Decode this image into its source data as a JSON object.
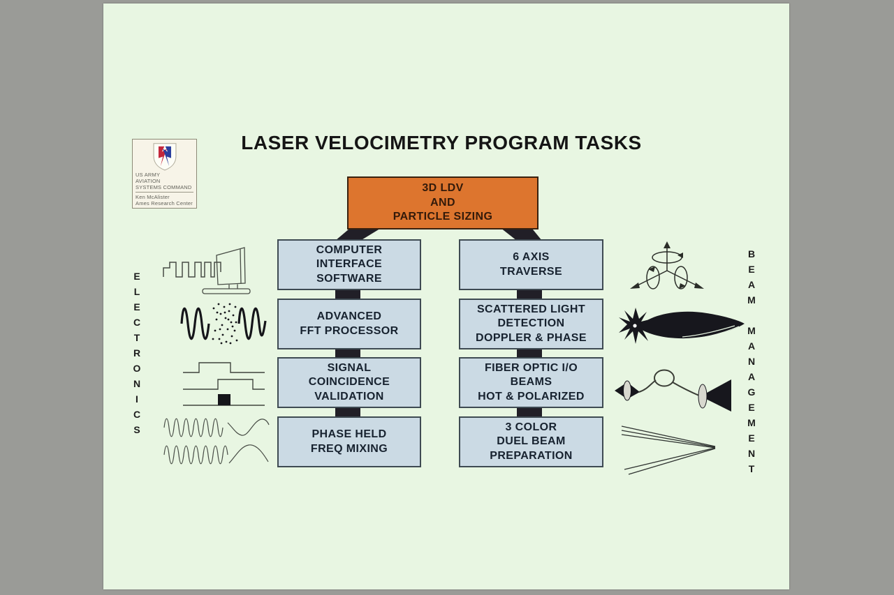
{
  "page": {
    "title": "LASER VELOCIMETRY PROGRAM TASKS"
  },
  "logo": {
    "org_line1": "US ARMY",
    "org_line2": "AVIATION",
    "org_line3": "SYSTEMS COMMAND",
    "person": "Ken McAlister",
    "org_sub": "Ames Research Center",
    "shield_icon": "army-shield-icon"
  },
  "diagram": {
    "root_box": {
      "lines": [
        "3D LDV",
        "AND",
        "PARTICLE SIZING"
      ]
    },
    "left_column": {
      "side_label": "ELECTRONICS",
      "boxes": [
        {
          "lines": [
            "COMPUTER",
            "INTERFACE",
            "SOFTWARE"
          ]
        },
        {
          "lines": [
            "ADVANCED",
            "FFT PROCESSOR"
          ]
        },
        {
          "lines": [
            "SIGNAL",
            "COINCIDENCE",
            "VALIDATION"
          ]
        },
        {
          "lines": [
            "PHASE HELD",
            "FREQ MIXING"
          ]
        }
      ],
      "icons": [
        "digital-signal-monitor-icon",
        "doppler-burst-icon",
        "pulse-coincidence-icon",
        "frequency-mixing-icon"
      ]
    },
    "right_column": {
      "side_label": "BEAM MANAGEMENT",
      "boxes": [
        {
          "lines": [
            "6 AXIS",
            "TRAVERSE"
          ]
        },
        {
          "lines": [
            "SCATTERED LIGHT",
            "DETECTION",
            "DOPPLER & PHASE"
          ]
        },
        {
          "lines": [
            "FIBER OPTIC I/O",
            "BEAMS",
            "HOT & POLARIZED"
          ]
        },
        {
          "lines": [
            "3 COLOR",
            "DUEL BEAM",
            "PREPARATION"
          ]
        }
      ],
      "icons": [
        "six-axis-motion-icon",
        "scattered-light-lobe-icon",
        "fiber-optic-loop-icon",
        "crossing-beams-icon"
      ]
    }
  },
  "colors": {
    "surround": "#9a9b97",
    "paper": "#e8f6e2",
    "root_box_fill": "#dd752e",
    "task_box_fill": "#cbdae4",
    "connector": "#211f27",
    "ink": "#1a1a1a"
  }
}
